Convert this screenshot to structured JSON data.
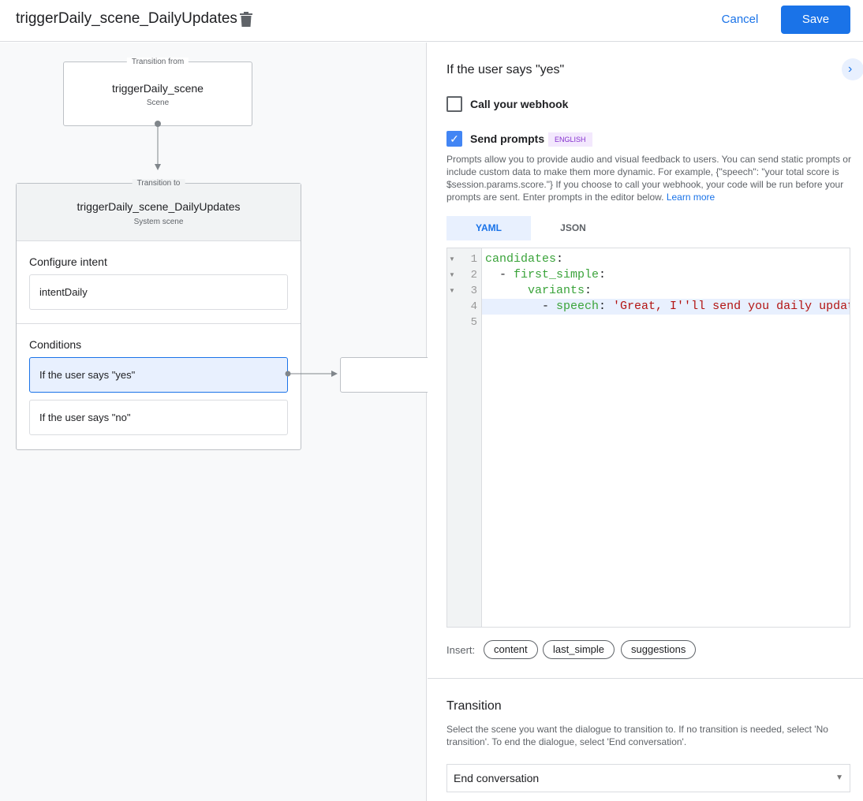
{
  "header": {
    "title": "triggerDaily_scene_DailyUpdates",
    "cancel_label": "Cancel",
    "save_label": "Save"
  },
  "canvas": {
    "from": {
      "legend": "Transition from",
      "name": "triggerDaily_scene",
      "type": "Scene"
    },
    "to": {
      "legend": "Transition to",
      "name": "triggerDaily_scene_DailyUpdates",
      "type": "System scene"
    },
    "intent_heading": "Configure intent",
    "intent_value": "intentDaily",
    "conditions_heading": "Conditions",
    "conditions": [
      "If the user says \"yes\"",
      "If the user says \"no\""
    ]
  },
  "panel": {
    "title": "If the user says \"yes\"",
    "webhook_label": "Call your webhook",
    "webhook_checked": false,
    "prompts_label": "Send prompts",
    "prompts_checked": true,
    "language_badge": "ENGLISH",
    "description": "Prompts allow you to provide audio and visual feedback to users. You can send static prompts or include custom data to make them more dynamic. For example, {\"speech\": \"your total score is $session.params.score.\"} If you choose to call your webhook, your code will be run before your prompts are sent. Enter prompts in the editor below.",
    "learn_more": "Learn more",
    "tabs": [
      "YAML",
      "JSON"
    ],
    "active_tab": "YAML",
    "code_lines": [
      "1",
      "2",
      "3",
      "4",
      "5"
    ],
    "code": {
      "l1k": "candidates",
      "l2k": "first_simple",
      "l3k": "variants",
      "l4k": "speech",
      "l4v": "'Great, I''ll send you daily updates.'"
    },
    "insert_label": "Insert:",
    "insert_chips": [
      "content",
      "last_simple",
      "suggestions"
    ],
    "transition_heading": "Transition",
    "transition_desc": "Select the scene you want the dialogue to transition to. If no transition is needed, select 'No transition'. To end the dialogue, select 'End conversation'.",
    "transition_value": "End conversation"
  },
  "colors": {
    "accent": "#1a73e8",
    "selected_bg": "#e8f0fe",
    "badge_bg": "#f3e8fd",
    "badge_text": "#8430ce"
  }
}
